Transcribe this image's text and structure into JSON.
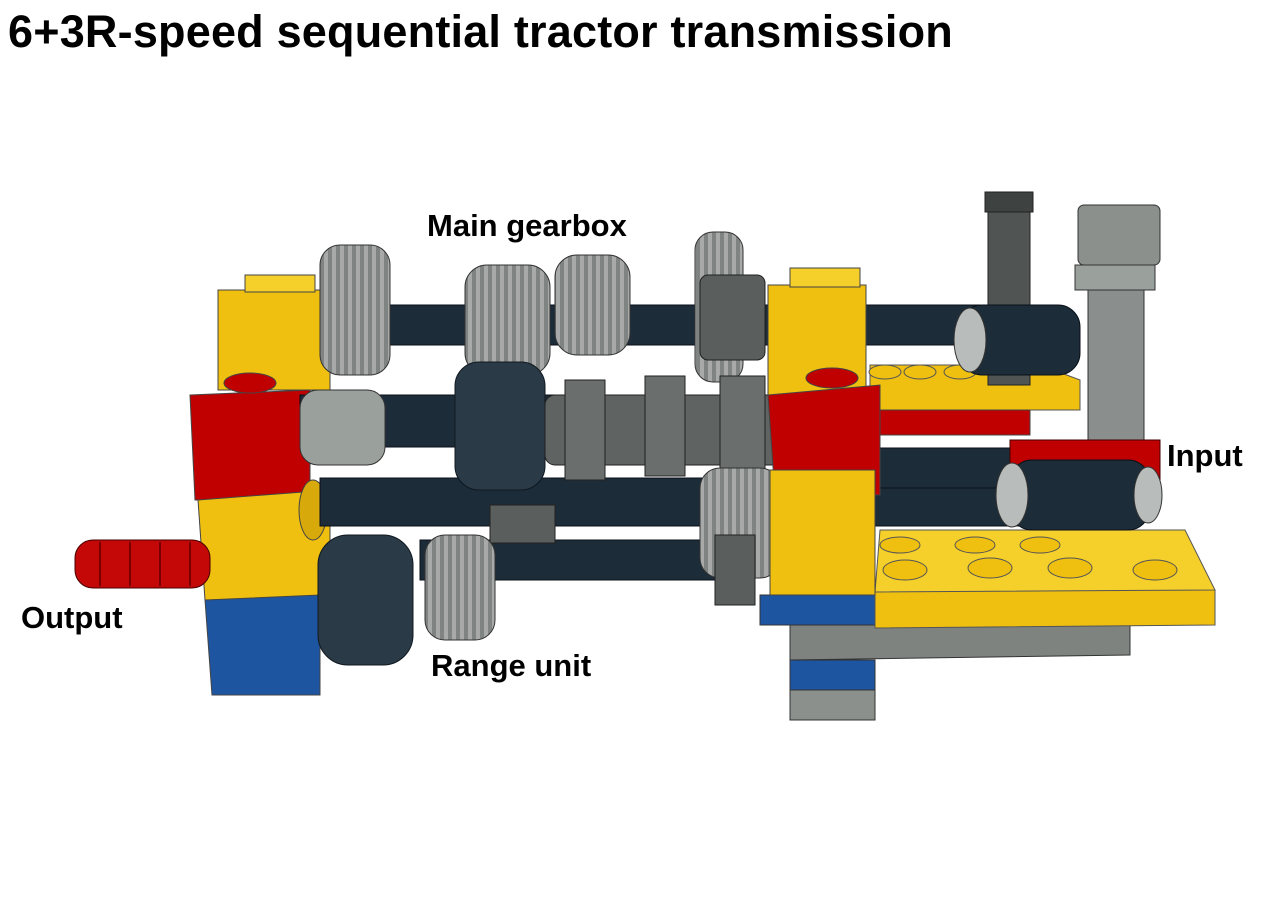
{
  "title": "6+3R-speed sequential tractor transmission",
  "labels": {
    "main_gearbox": "Main gearbox",
    "input": "Input",
    "output": "Output",
    "range_unit": "Range unit"
  },
  "colors": {
    "yellow": "#f0c010",
    "red": "#c00000",
    "blue": "#1e55a0",
    "dark_axle": "#1c2c38",
    "gear_gray": "#9a9e9c",
    "dark_gray": "#5a5e5c",
    "light_gray": "#8c908c"
  }
}
